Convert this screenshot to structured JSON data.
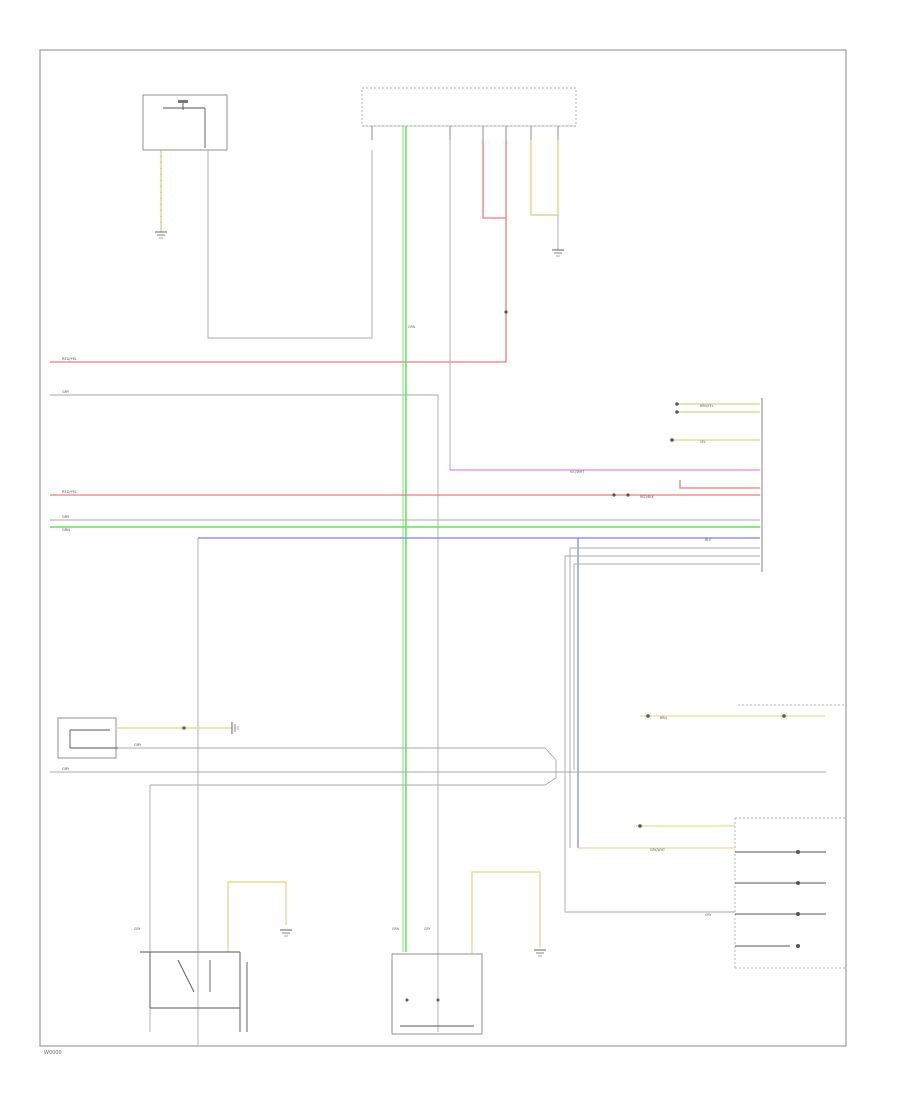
{
  "footer": {
    "code": "W0000"
  },
  "colors": {
    "red": "#f07a7a",
    "green": "#58e858",
    "blue": "#7f7fe8",
    "violet": "#e487f3",
    "yellow": "#e0d48a",
    "gray": "#b4b4b4",
    "frame": "#8a8a8a"
  },
  "wire_codes": {
    "red_top": "RED/YEL",
    "gray_top": "GRY",
    "red_mid": "RED/YEL",
    "gry_mid": "GRY",
    "grn_mid": "GRN",
    "gry_low1": "GRY",
    "gry_low2": "GRY",
    "grn_wire": "GRN",
    "grn_s": "GRN",
    "gry_s1": "GRY",
    "gry_s2": "GRY",
    "gry_s3": "GRY",
    "blu_tag": "BLU",
    "vio_tag": "VIO/WHT",
    "yel_tag": "YEL",
    "brn_tag": "BRN",
    "brn_yel": "BRN/YEL",
    "gry_wht": "GRY/WHT",
    "red_blk": "RED/BLK"
  }
}
